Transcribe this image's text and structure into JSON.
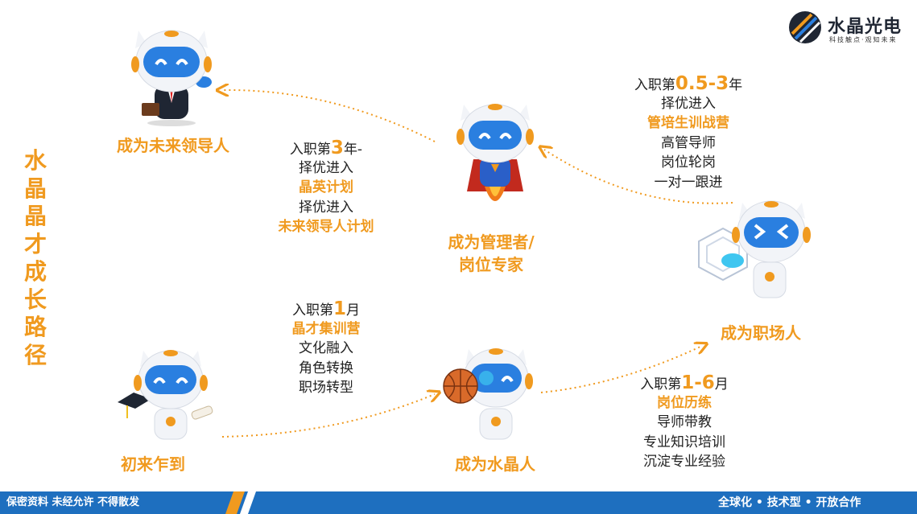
{
  "logo": {
    "name": "水晶光电",
    "slogan": "科技触点·观知未来"
  },
  "side_title": [
    "水",
    "晶",
    "晶",
    "才",
    "成",
    "长",
    "路",
    "径"
  ],
  "stages": {
    "leader": "成为未来领导人",
    "manager_line1": "成为管理者/",
    "manager_line2": "岗位专家",
    "professional": "成为职场人",
    "newcomer": "初来乍到",
    "crystal": "成为水晶人"
  },
  "descs": {
    "leader": {
      "pre": "入职第",
      "num": "3",
      "post": "年-",
      "l2": "择优进入",
      "l3": "晶英计划",
      "l4": "择优进入",
      "l5": "未来领导人计划"
    },
    "manager": {
      "pre": "入职第",
      "num": "0.5-3",
      "post": "年",
      "l2": "择优进入",
      "l3": "管培生训战营",
      "l4": "高管导师",
      "l5": "岗位轮岗",
      "l6": "一对一跟进"
    },
    "newcomer": {
      "pre": "入职第",
      "num": "1",
      "post": "月",
      "l2": "晶才集训营",
      "l3": "文化融入",
      "l4": "角色转换",
      "l5": "职场转型"
    },
    "crystal": {
      "pre": "入职第",
      "num": "1-6",
      "post": "月",
      "l2": "岗位历练",
      "l3": "导师带教",
      "l4": "专业知识培训",
      "l5": "沉淀专业经验"
    }
  },
  "footer": {
    "left": "保密资料 未经允许 不得散发",
    "right": "全球化 • 技术型 • 开放合作"
  },
  "colors": {
    "accent": "#f09a1f",
    "footer_blue": "#1e6fbf",
    "robot_blue": "#2a7fe0"
  }
}
